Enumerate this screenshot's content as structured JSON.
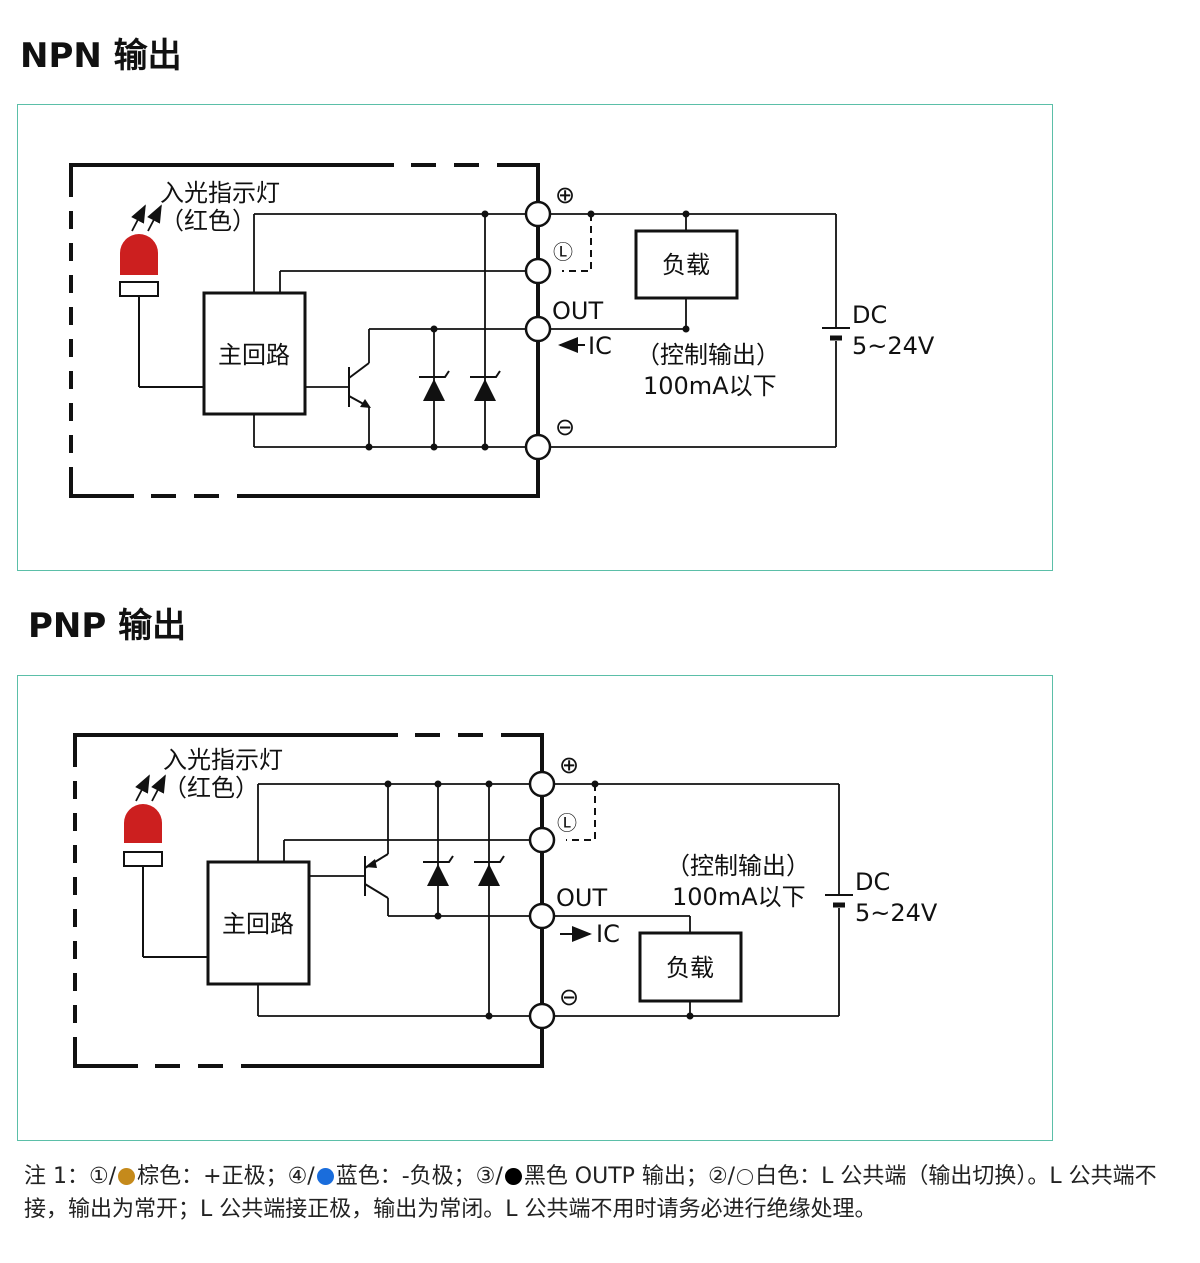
{
  "npn": {
    "title": "NPN 输出",
    "indicator_line1": "入光指示灯",
    "indicator_line2": "（红色）",
    "main_circuit": "主回路",
    "load": "负载",
    "terminal_plus": "⊕",
    "terminal_l": "Ⓛ",
    "terminal_minus": "⊖",
    "out": "OUT",
    "ic": "IC",
    "control_line1": "（控制输出）",
    "control_line2": "100mA以下",
    "dc_line1": "DC",
    "dc_line2": "5~24V"
  },
  "pnp": {
    "title": "PNP 输出",
    "indicator_line1": "入光指示灯",
    "indicator_line2": "（红色）",
    "main_circuit": "主回路",
    "load": "负载",
    "terminal_plus": "⊕",
    "terminal_l": "Ⓛ",
    "terminal_minus": "⊖",
    "out": "OUT",
    "ic": "IC",
    "control_line1": "（控制输出）",
    "control_line2": "100mA以下",
    "dc_line1": "DC",
    "dc_line2": "5~24V"
  },
  "note": {
    "prefix": "注 1：",
    "n1": "①/",
    "t1": "棕色：+正极；",
    "n4": "④/",
    "t4": "蓝色：-负极；",
    "n3": "③/",
    "t3": "黑色 OUTP 输出；",
    "n2": "②/",
    "t2": "白色：L 公共端（输出切换）。L 公共端不接，输出为常开；L 公共端接正极，输出为常闭。L 公共端不用时请务必进行绝缘处理。"
  },
  "colors": {
    "panel_border": "#5bbfa8",
    "indicator_red": "#cc1f1f",
    "brown": "#c58a1b",
    "blue": "#1a6ddc"
  }
}
